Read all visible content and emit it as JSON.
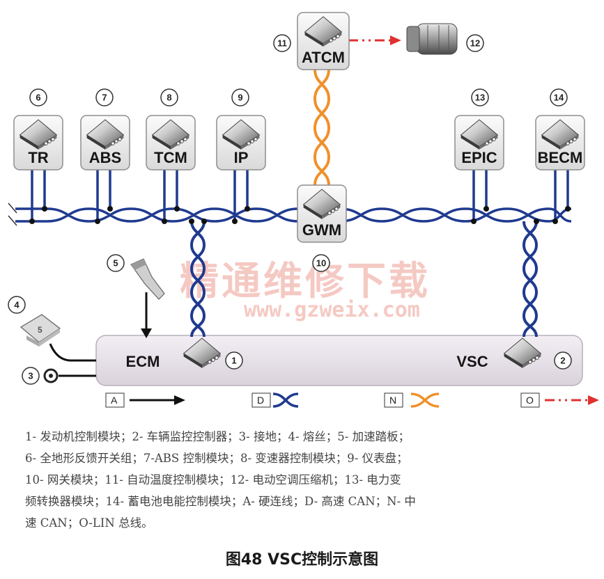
{
  "modules": [
    {
      "id": "atcm",
      "label": "ATCM",
      "number": "11"
    },
    {
      "id": "tr",
      "label": "TR",
      "number": "6"
    },
    {
      "id": "abs",
      "label": "ABS",
      "number": "7"
    },
    {
      "id": "tcm",
      "label": "TCM",
      "number": "8"
    },
    {
      "id": "ip",
      "label": "IP",
      "number": "9"
    },
    {
      "id": "epic",
      "label": "EPIC",
      "number": "13"
    },
    {
      "id": "becm",
      "label": "BECM",
      "number": "14"
    },
    {
      "id": "gwm",
      "label": "GWM",
      "number": "10"
    },
    {
      "id": "ecm",
      "label": "ECM",
      "number": "1"
    },
    {
      "id": "vsc",
      "label": "VSC",
      "number": "2"
    }
  ],
  "component_numbers": {
    "ground": "3",
    "fuse": "4",
    "pedal": "5",
    "compressor": "12"
  },
  "legend": [
    {
      "letter": "A"
    },
    {
      "letter": "D"
    },
    {
      "letter": "N"
    },
    {
      "letter": "O"
    }
  ],
  "colors": {
    "high_speed_can": "#1f3a8f",
    "medium_speed_can": "#f0902a",
    "lin_bus": "#e03030",
    "hard_wire": "#111111",
    "ecu_panel": "#e9e4ea"
  },
  "watermark": {
    "cn": "精通维修下载",
    "url": "www.gzweix.com"
  },
  "caption_lines": [
    "1- 发动机控制模块；2- 车辆监控控制器；3- 接地；4- 熔丝；5- 加速踏板；",
    "6- 全地形反馈开关组；7-ABS 控制模块；8- 变速器控制模块；9- 仪表盘；",
    "10- 网关模块；11- 自动温度控制模块；12- 电动空调压缩机；13- 电力变",
    "频转换器模块；14- 蓄电池电能控制模块；A- 硬连线；D- 高速 CAN；N- 中",
    "速 CAN；O-LIN 总线。"
  ],
  "figure_title": "图48 VSC控制示意图"
}
